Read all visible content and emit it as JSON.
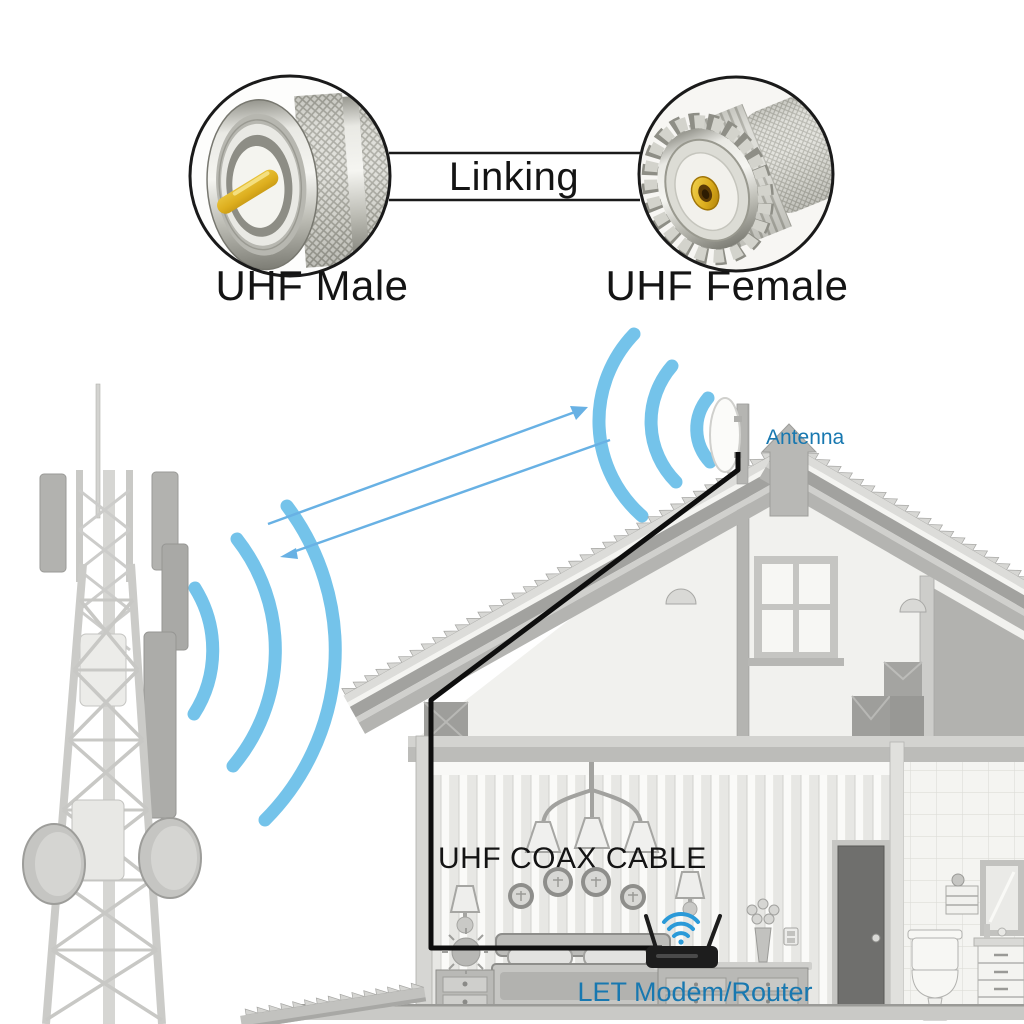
{
  "labels": {
    "linking": "Linking",
    "uhf_male": "UHF Male",
    "uhf_female": "UHF Female",
    "antenna": "Antenna",
    "coax_cable": "UHF COAX CABLE",
    "modem_router": "LET Modem/Router"
  },
  "colors": {
    "text_dark": "#141414",
    "label_teal": "#1878B0",
    "signal_blue": "#74C3EA",
    "arrow_blue": "#68B1E4",
    "wifi_blue": "#2B9AD8",
    "cable_black": "#0E0E0E"
  },
  "icons": {
    "uhf-male-connector-photo": "circular photo: silver knurled UHF male plug with gold center pin",
    "uhf-female-connector-photo": "circular photo: silver threaded UHF female jack with gold socket",
    "cell-tower-icon": "gray lattice telecom tower with panel antennas and drum dishes",
    "signal-waves-icon": "three light-blue radio wave arcs",
    "signal-arrows-icon": "two thin blue arrows between tower and house antenna",
    "antenna-dish-icon": "white oval antenna on gray mast at roof peak",
    "house-cutaway-icon": "gray house cross-section with attic, bedroom and bathroom",
    "wifi-icon": "blue wifi waves above router",
    "router-icon": "black two-antenna wifi router on dresser"
  }
}
